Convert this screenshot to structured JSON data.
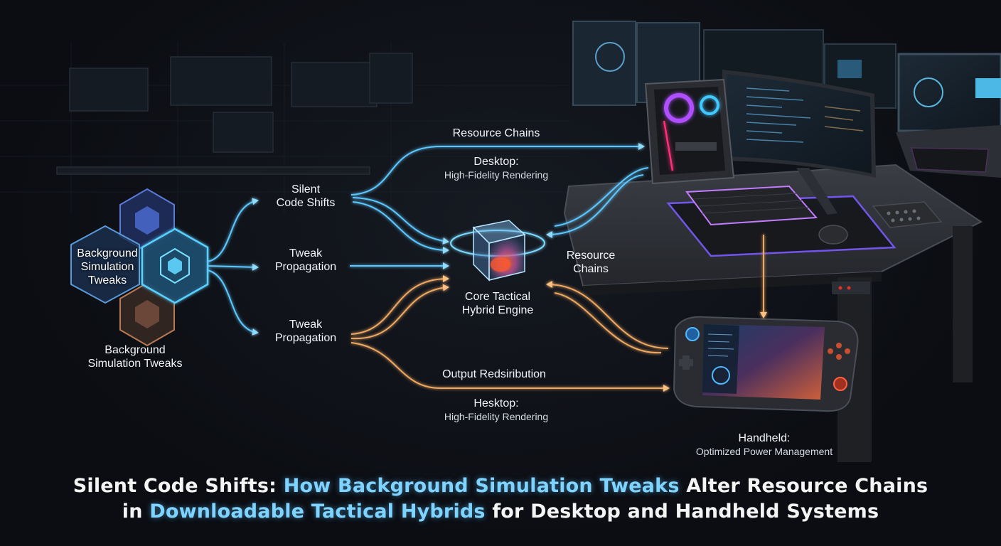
{
  "labels": {
    "bst_hex": "Background\nSimulation\nTweaks",
    "bst_below_1": "Background",
    "bst_below_2": "Simulation Tweaks",
    "silent_1": "Silent",
    "silent_2": "Code Shifts",
    "tweak_mid_1": "Tweak",
    "tweak_mid_2": "Propagation",
    "tweak_low_1": "Tweak",
    "tweak_low_2": "Propagation",
    "resource_top": "Resource Chains",
    "desktop_1": "Desktop:",
    "desktop_2": "High-Fidelity Rendering",
    "resource_mid_1": "Resource",
    "resource_mid_2": "Chains",
    "core_1": "Core Tactical",
    "core_2": "Hybrid Engine",
    "output": "Output Redsiribution",
    "hesktop_1": "Hesktop:",
    "hesktop_2": "High-Fidelity Rendering",
    "handheld_1": "Handheld:",
    "handheld_2": "Optimized Power Management"
  },
  "title": {
    "line1_a": "Silent Code Shifts: ",
    "line1_b": "How Background Simulation Tweaks",
    "line1_c": " Alter Resource Chains",
    "line2_a": "in ",
    "line2_b": "Downloadable Tactical Hybrids",
    "line2_c": " for Desktop and Handheld Systems"
  },
  "colors": {
    "blue_flow": "#5cc8ff",
    "orange_flow": "#f0a860",
    "hex_blue": "#4a78c8",
    "hex_orange": "#b87a55",
    "title_accent": "#7fd3ff"
  }
}
